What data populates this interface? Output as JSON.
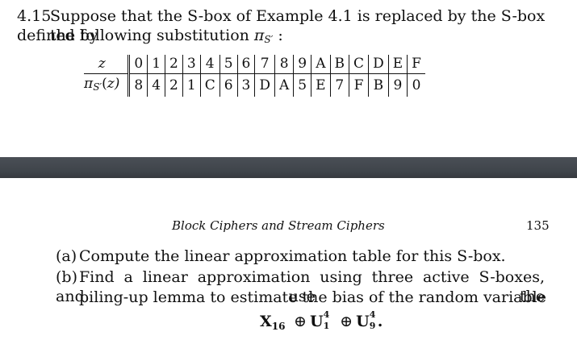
{
  "problem": {
    "number": "4.15",
    "line1": "Suppose that the S-box of Example 4.1 is replaced by the S-box defined by",
    "line2_text": "the following substitution",
    "pi_symbol": "π",
    "pi_subscript": "S′",
    "line2_end": ":"
  },
  "sbox_table": {
    "row1_label": "z",
    "row2_label": "πS′(z)",
    "z": [
      "0",
      "1",
      "2",
      "3",
      "4",
      "5",
      "6",
      "7",
      "8",
      "9",
      "A",
      "B",
      "C",
      "D",
      "E",
      "F"
    ],
    "pi": [
      "8",
      "4",
      "2",
      "1",
      "C",
      "6",
      "3",
      "D",
      "A",
      "5",
      "E",
      "7",
      "F",
      "B",
      "9",
      "0"
    ]
  },
  "next_page": {
    "running_head": "Block Ciphers and Stream Ciphers",
    "page_number": "135",
    "item_a_label": "(a)",
    "item_a": "Compute the linear approximation table for this S-box.",
    "item_b_label": "(b)",
    "item_b_line1": "Find a linear approximation using three active S-boxes, and use the",
    "item_b_line2": "piling-up lemma to estimate the bias of the random variable",
    "formula": {
      "x": "X",
      "x_sub": "16",
      "op": "⊕",
      "u1": "U",
      "u1_sup": "4",
      "u1_sub": "1",
      "u2": "U",
      "u2_sup": "4",
      "u2_sub": "9",
      "end": "."
    }
  },
  "colors": {
    "divider": "#3f444a"
  }
}
